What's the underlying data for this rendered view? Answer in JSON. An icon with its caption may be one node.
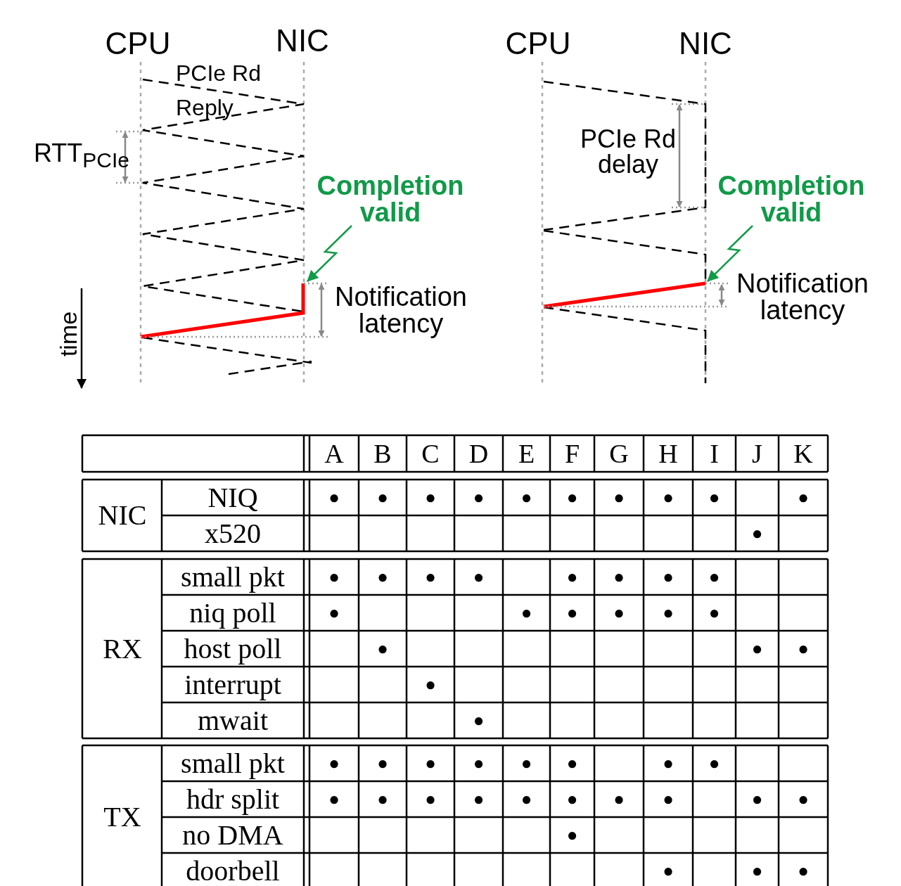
{
  "diagram": {
    "nodes": [
      {
        "text": [
          "Completion valid"
        ]
      },
      {
        "text": [
          "Completion valid"
        ]
      }
    ],
    "edges": [
      {
        "from": 0,
        "to": null,
        "arrow": "to"
      },
      {
        "from": 1,
        "to": null,
        "arrow": "to"
      }
    ],
    "labels": [
      "CPU",
      "NIC",
      "PCIe Rd",
      "Reply",
      "RTT$_{PCIe}$",
      "Notification latency",
      "time",
      "CPU",
      "NIC",
      "PCIe Rd delay",
      "Notification latency",
      "A",
      "B",
      "C",
      "D",
      "E",
      "F",
      "G",
      "H",
      "I",
      "J",
      "K",
      "NIC",
      "NIQ",
      "●",
      "●",
      "●",
      "●",
      "●",
      "●",
      "●",
      "●",
      "●",
      "●",
      "x520",
      "●",
      "RX",
      "small pkt",
      "●",
      "●",
      "●",
      "●",
      "●",
      "●",
      "●",
      "●",
      "niq poll",
      "●",
      "●",
      "●",
      "●",
      "●",
      "●",
      "host poll",
      "●",
      "●",
      "●",
      "interrupt",
      "●",
      "mwait",
      "●",
      "TX",
      "small pkt",
      "●",
      "●",
      "●",
      "●",
      "●",
      "●",
      "●",
      "●",
      "hdr split",
      "●",
      "●",
      "●",
      "●",
      "●",
      "●",
      "●",
      "●",
      "●",
      "●",
      "no DMA",
      "●",
      "doorbell",
      "●",
      "●",
      "●"
    ]
  }
}
